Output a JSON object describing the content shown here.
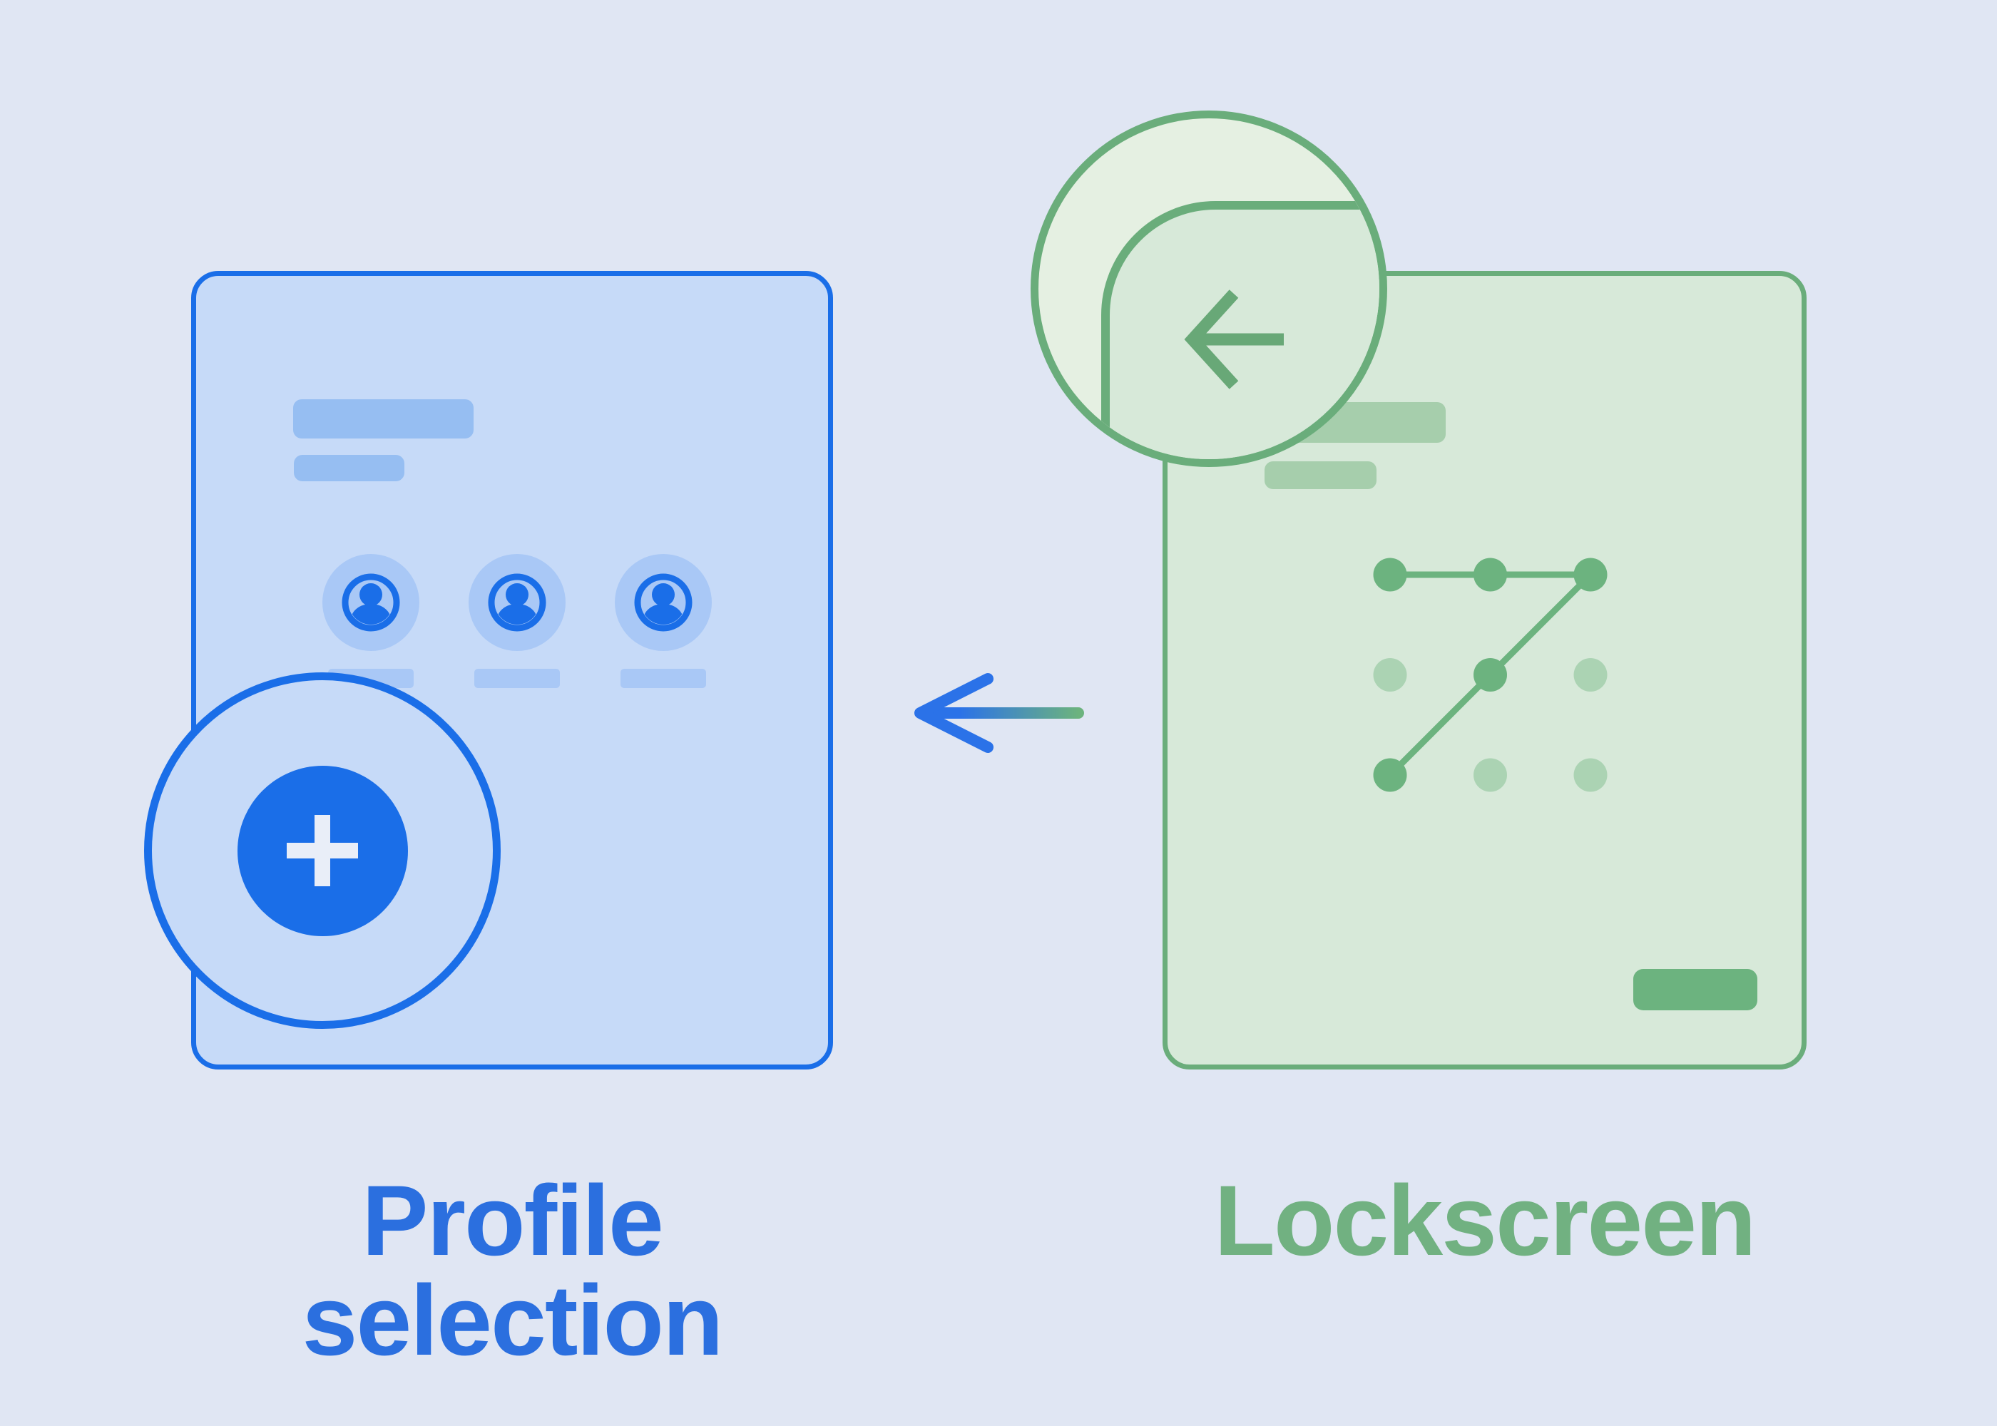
{
  "illustration": {
    "background": "#e0e6f3",
    "flow_arrow": {
      "direction": "right-to-left",
      "head_color": "#2b72e8",
      "tail_color": "#6cb37e"
    },
    "profile_card": {
      "label": "Profile selection",
      "label_color": "#2b6fdf",
      "card_fill": "#c6daf8",
      "accent": "#1a6ee8",
      "placeholder_bar_color": "#96bef2",
      "avatars": {
        "count": 3,
        "bg_color": "#a9c8f6",
        "icon": "person-icon"
      },
      "magnifier": {
        "depicts": "add-profile-button",
        "icon": "plus-icon",
        "button_fill": "#1a6ee8",
        "plus_color": "#e9eef8"
      }
    },
    "lockscreen_card": {
      "label": "Lockscreen",
      "label_color": "#71b181",
      "card_fill": "#d7e9d9",
      "accent": "#6aad7b",
      "placeholder_bar_color": "#a6ceac",
      "action_button_color": "#6cb37f",
      "pattern": {
        "rows": 3,
        "cols": 3,
        "active_color": "#6cb37f",
        "inactive_color": "#abd3b3",
        "sequence": [
          [
            0,
            0
          ],
          [
            0,
            1
          ],
          [
            0,
            2
          ],
          [
            1,
            1
          ],
          [
            2,
            0
          ]
        ]
      },
      "magnifier": {
        "depicts": "back-button",
        "icon": "back-arrow-icon",
        "arrow_color": "#68a877",
        "lens_fill": "#e5f0e2"
      }
    }
  }
}
